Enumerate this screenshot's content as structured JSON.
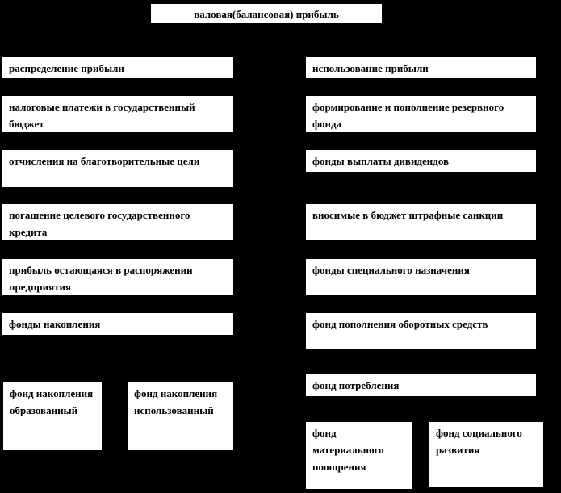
{
  "diagram": {
    "title": "валовая(балансовая) прибыль",
    "left_column": {
      "header": "распределение прибыли",
      "items": [
        "налоговые платежи в государственный бюджет",
        "отчисления на благотворительные цели",
        "погашение целевого государственного кредита",
        "прибыль остающаяся в распоряжении предприятия",
        "фонды накопления"
      ],
      "sub_items": [
        "фонд накопления образованный",
        "фонд накопления использованный"
      ]
    },
    "right_column": {
      "header": "использование прибыли",
      "items": [
        "формирование и пополнение резервного фонда",
        "фонды выплаты дивидендов",
        "вносимые в бюджет штрафные санкции",
        "фонды специального назначения",
        "фонд пополнения оборотных средств",
        "фонд потребления"
      ],
      "sub_items": [
        "фонд материального поощрения",
        "фонд социального развития"
      ]
    },
    "colors": {
      "background": "#000000",
      "box_fill": "#ffffff",
      "text": "#000000"
    }
  }
}
